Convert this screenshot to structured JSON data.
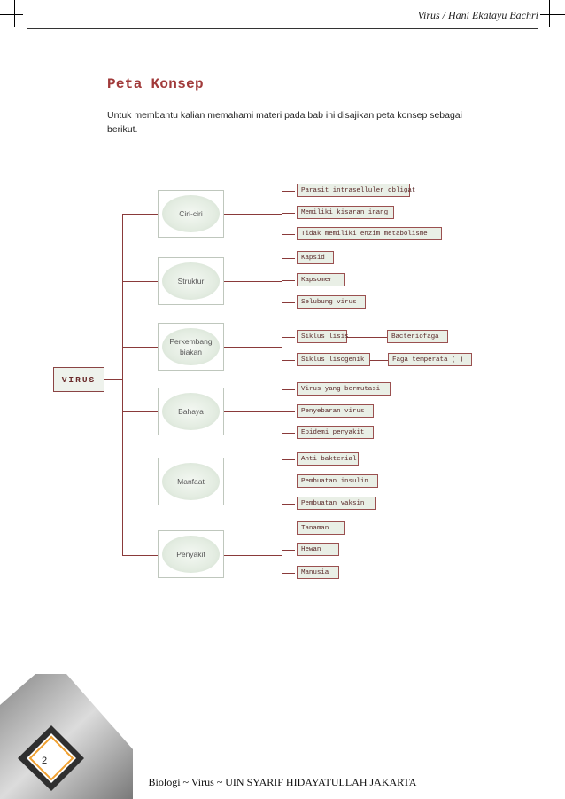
{
  "header": {
    "running_title": "Virus /  Hani Ekatayu Bachri"
  },
  "section": {
    "title": "Peta Konsep",
    "intro": "Untuk membantu kalian memahami materi pada bab ini disajikan peta konsep sebagai  berikut."
  },
  "concept_map": {
    "root": "VIRUS",
    "categories": [
      {
        "label": "Ciri-ciri",
        "items": [
          "Parasit intraselluler obligat",
          "Memiliki kisaran inang",
          "Tidak memiliki enzim metabolisme"
        ]
      },
      {
        "label": "Struktur",
        "items": [
          "Kapsid",
          "Kapsomer",
          "Selubung virus"
        ]
      },
      {
        "label": "Perkembang biakan",
        "items": [
          "Siklus lisis",
          "Siklus lisogenik"
        ],
        "sub_items": [
          "Bacteriofaga",
          "Faga temperata (  )"
        ]
      },
      {
        "label": "Bahaya",
        "items": [
          "Virus yang bermutasi",
          "Penyebaran virus",
          "Epidemi penyakit"
        ]
      },
      {
        "label": "Manfaat",
        "items": [
          "Anti bakterial",
          "Pembuatan insulin",
          "Pembuatan vaksin"
        ]
      },
      {
        "label": "Penyakit",
        "items": [
          "Tanaman",
          "Hewan",
          "Manusia"
        ]
      }
    ]
  },
  "footer": {
    "page_number": "2",
    "text": "Biologi ~ Virus ~ UIN SYARIF HIDAYATULLAH JAKARTA"
  },
  "colors": {
    "line": "#8a3a3a",
    "title": "#a13a3a",
    "leaf_bg": "#e9efe6",
    "corner_tab": "#f0a030"
  }
}
